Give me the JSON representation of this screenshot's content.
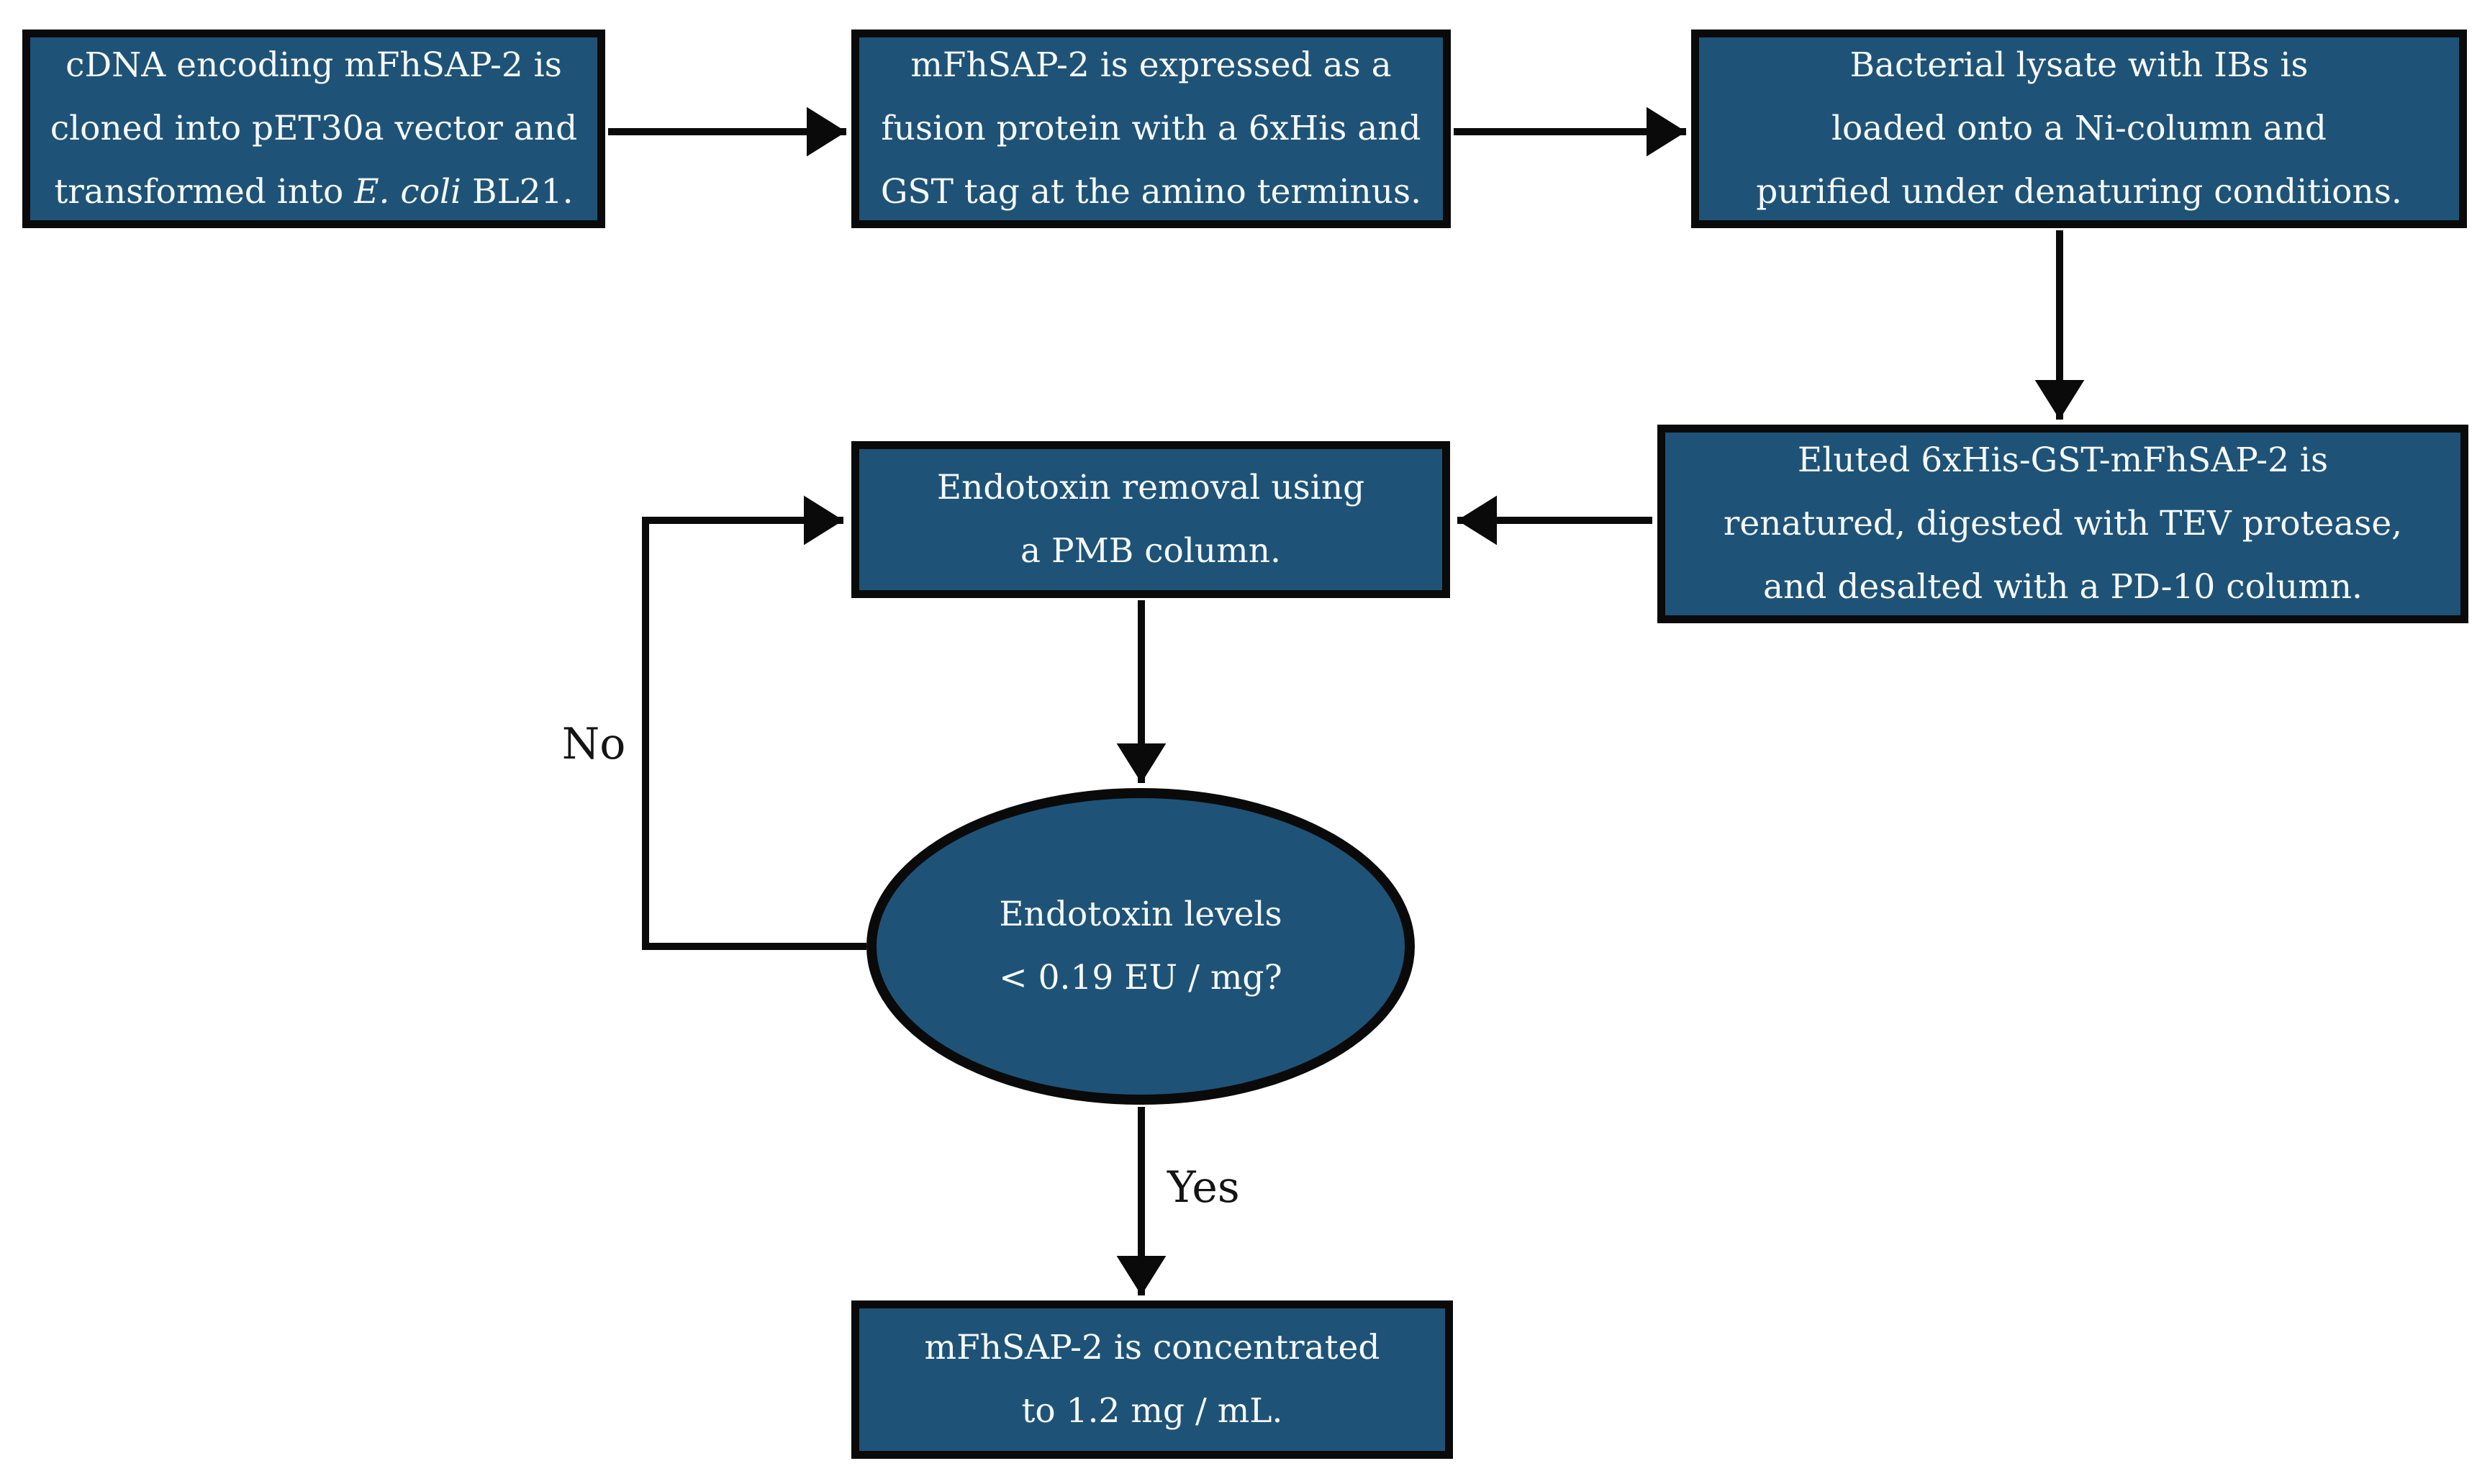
{
  "figure": {
    "type": "flowchart",
    "background": "#ffffff",
    "style": {
      "node_fill": "#1e5377",
      "node_border": "#0a0a0a",
      "node_text_color": "#f6f9fb",
      "arrow_color": "#0a0a0a"
    },
    "nodes": {
      "clone": {
        "shape": "rect",
        "lines": [
          "cDNA encoding mFhSAP-2 is",
          "cloned into pET30a vector and"
        ],
        "last_line": {
          "prefix": "transformed into ",
          "italic": "E. coli",
          "suffix": " BL21."
        }
      },
      "express": {
        "shape": "rect",
        "lines": [
          "mFhSAP-2 is expressed as a",
          "fusion protein with a 6xHis and",
          "GST tag at the amino terminus."
        ]
      },
      "purify": {
        "shape": "rect",
        "lines": [
          "Bacterial lysate with IBs is",
          "loaded onto a Ni-column and",
          "purified under denaturing conditions."
        ]
      },
      "renature": {
        "shape": "rect",
        "lines": [
          "Eluted 6xHis-GST-mFhSAP-2 is",
          "renatured, digested with TEV protease,",
          "and desalted with a PD-10 column."
        ]
      },
      "endotoxin_removal": {
        "shape": "rect",
        "lines": [
          "Endotoxin removal using",
          "a PMB column."
        ]
      },
      "decision": {
        "shape": "ellipse",
        "lines": [
          "Endotoxin levels",
          "< 0.19 EU / mg?"
        ]
      },
      "concentrate": {
        "shape": "rect",
        "lines": [
          "mFhSAP-2 is concentrated",
          "to 1.2 mg / mL."
        ]
      }
    },
    "edge_labels": {
      "yes": "Yes",
      "no": "No"
    }
  }
}
